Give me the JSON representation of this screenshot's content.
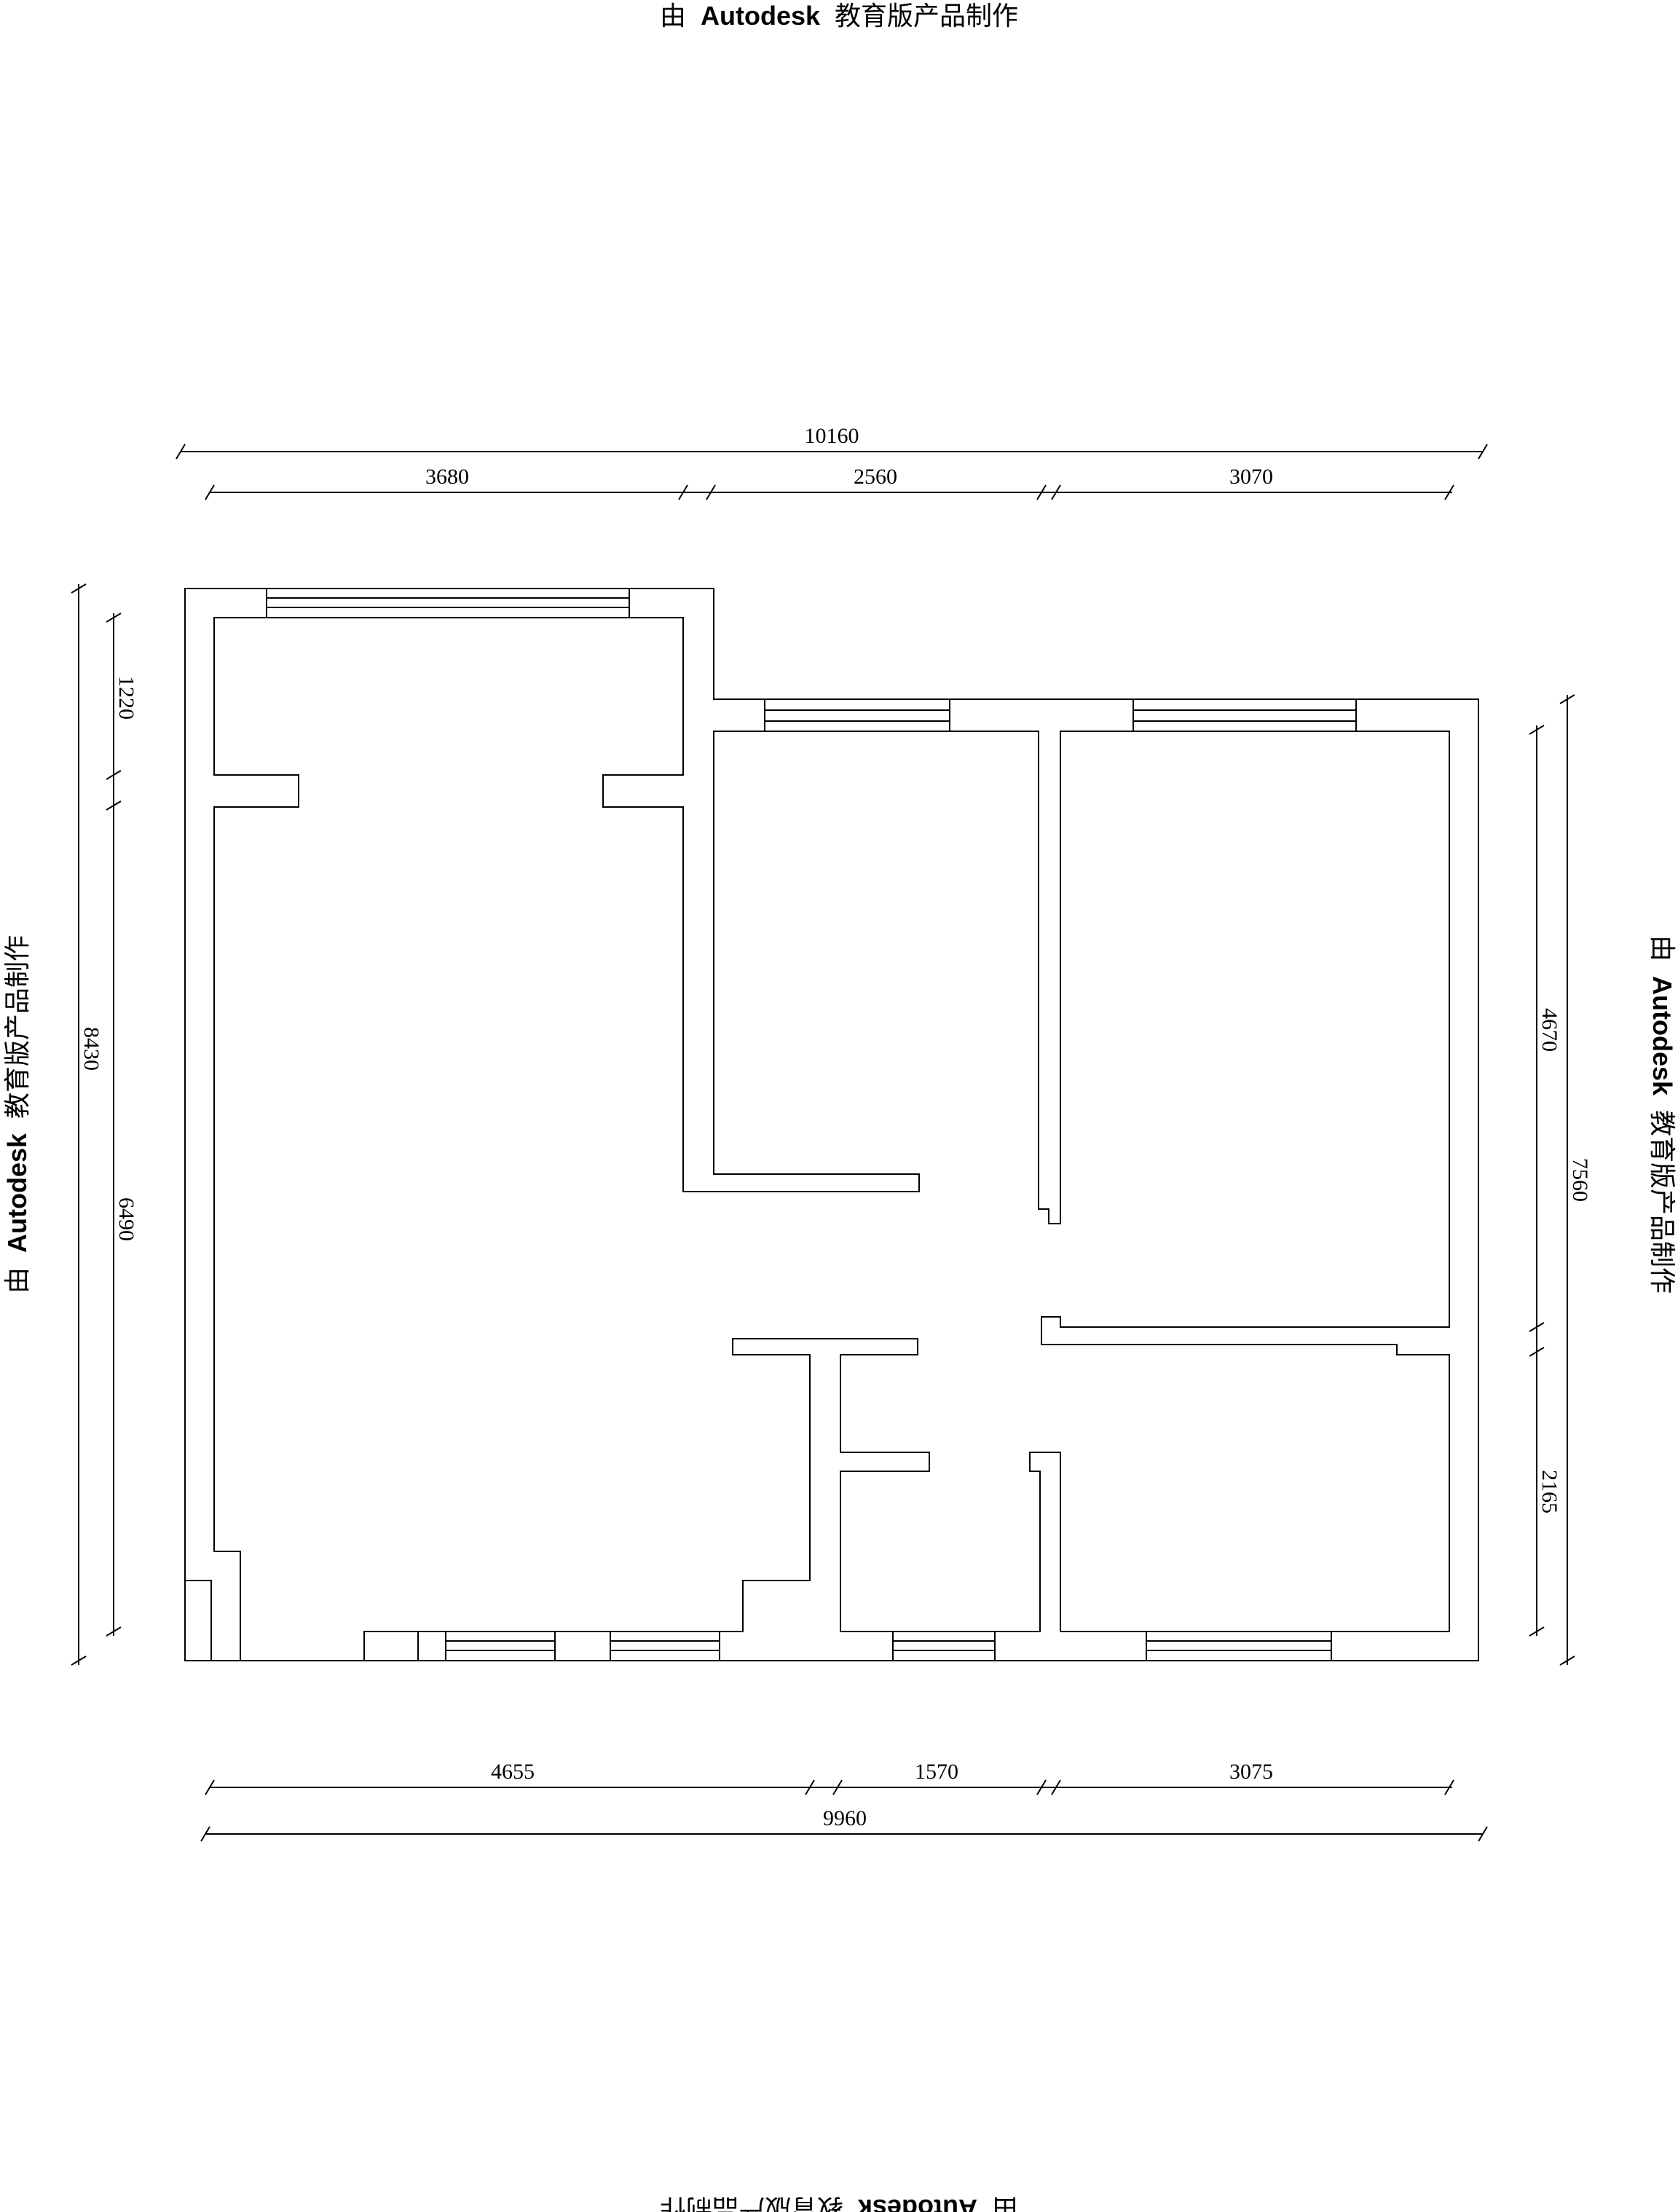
{
  "watermark": {
    "prefix": "由",
    "brand": "Autodesk",
    "suffix": "教育版产品制作"
  },
  "dimensions": {
    "top_total": "10160",
    "top_segments": [
      "3680",
      "2560",
      "3070"
    ],
    "bottom_segments": [
      "4655",
      "1570",
      "3075"
    ],
    "bottom_total": "9960",
    "left_total": "8430",
    "left_segments": [
      "1220",
      "6490"
    ],
    "right_total": "7560",
    "right_segments": [
      "4670",
      "2165"
    ]
  }
}
